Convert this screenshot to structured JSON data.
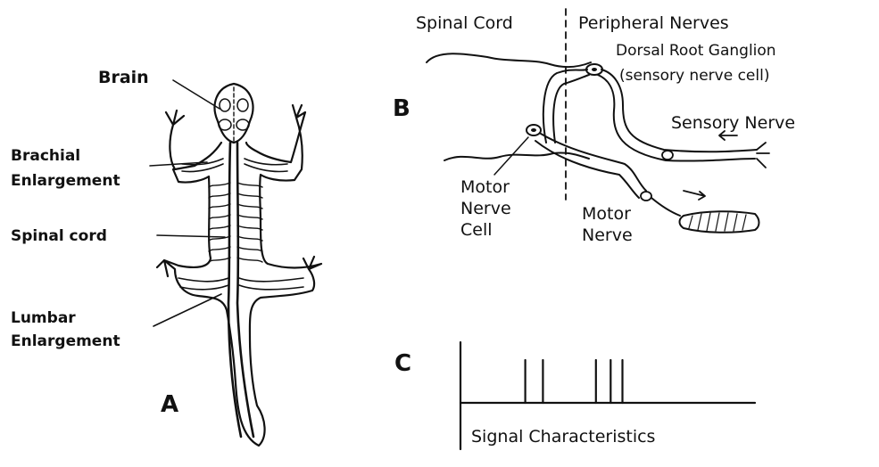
{
  "panel_a": {
    "letter": "A",
    "labels": {
      "brain": "Brain",
      "brachial_1": "Brachial",
      "brachial_2": "Enlargement",
      "spinal": "Spinal cord",
      "lumbar_1": "Lumbar",
      "lumbar_2": "Enlargement"
    }
  },
  "panel_b": {
    "letter": "B",
    "labels": {
      "spinal_cord": "Spinal Cord",
      "peripheral": "Peripheral Nerves",
      "drg_1": "Dorsal Root Ganglion",
      "drg_2": "(sensory nerve cell)",
      "sensory_nerve": "Sensory Nerve",
      "motor_cell_1": "Motor",
      "motor_cell_2": "Nerve",
      "motor_cell_3": "Cell",
      "motor_nerve_1": "Motor",
      "motor_nerve_2": "Nerve"
    }
  },
  "panel_c": {
    "letter": "C",
    "caption": "Signal Characteristics",
    "spikes": [
      0.22,
      0.28,
      0.46,
      0.51,
      0.55
    ]
  },
  "colors": {
    "ink": "#111111",
    "paper": "#ffffff"
  }
}
